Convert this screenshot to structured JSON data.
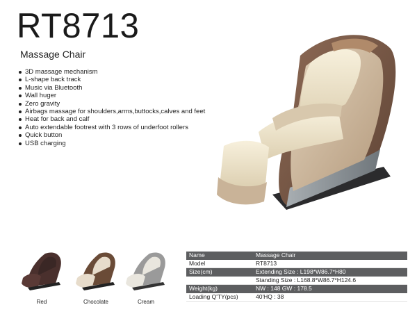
{
  "title": "RT8713",
  "subtitle": "Massage Chair",
  "features": [
    "3D massage mechanism",
    "L-shape back track",
    "Music via Bluetooth",
    "Wall huger",
    "Zero gravity",
    "Airbags massage for shoulders,arms,buttocks,calves and feet",
    "Heat for back and calf",
    "Auto extendable footrest with 3 rows of underfoot rollers",
    "Quick button",
    "USB charging"
  ],
  "colors": [
    {
      "label": "Red",
      "body": "#5a3a36",
      "seat": "#3c2b2a"
    },
    {
      "label": "Chocolate",
      "body": "#6a4b37",
      "seat": "#e7dccb"
    },
    {
      "label": "Cream",
      "body": "#9a9a9a",
      "seat": "#e9e6de"
    }
  ],
  "specs": {
    "rows": [
      {
        "key": "Name",
        "value": "Massage Chair"
      },
      {
        "key": "Model",
        "value": "RT8713"
      },
      {
        "key": "Size(cm)",
        "value": "Extending Size : L198*W86.7*H80"
      },
      {
        "key": "",
        "value": "Standing Size   : L168.8*W86.7*H124.6"
      },
      {
        "key": "Weight(kg)",
        "value": "NW : 148      GW : 178.5"
      },
      {
        "key": "Loading Q'TY(pcs)",
        "value": "40'HQ : 38"
      }
    ]
  },
  "accent": {
    "shell": "#7a5a48",
    "beige": "#cdb79c",
    "cream": "#efe6cf",
    "grey": "#8e959a"
  }
}
